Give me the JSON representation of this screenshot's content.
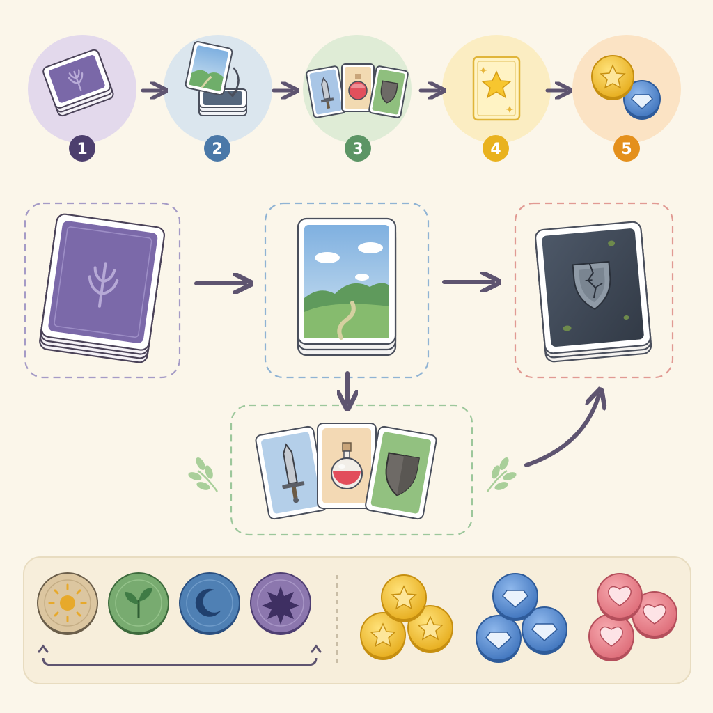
{
  "colors": {
    "background": "#fbf6ea",
    "arrow": "#5e5470",
    "purple": "#6f5e9e",
    "blue": "#4f7fb0",
    "green": "#5f9a67",
    "yellow": "#ecb827",
    "orange": "#e6911f",
    "red_dash": "#e19a93",
    "panel": "#f7eedb"
  },
  "steps": [
    {
      "number": "1",
      "icon": "card-deck-icon",
      "color": "#4d3f6e",
      "bg": "#e3d9ec"
    },
    {
      "number": "2",
      "icon": "draw-card-icon",
      "color": "#4a78a8",
      "bg": "#dbe6ee"
    },
    {
      "number": "3",
      "icon": "card-hand-icon",
      "color": "#5c9565",
      "bg": "#dfecd6"
    },
    {
      "number": "4",
      "icon": "star-card-icon",
      "color": "#e9b21f",
      "bg": "#fbedc2"
    },
    {
      "number": "5",
      "icon": "reward-tokens-icon",
      "color": "#e4901c",
      "bg": "#fbe3c4"
    }
  ],
  "flow": {
    "deck": {
      "icon": "leaf-card-deck-icon",
      "border_color": "#a59bc6"
    },
    "drawn_card": {
      "icon": "landscape-card-icon",
      "border_color": "#8fb3d4"
    },
    "hand": {
      "icons": [
        "sword-card-icon",
        "potion-card-icon",
        "shield-card-icon"
      ],
      "border_color": "#9cc79b"
    },
    "discard": {
      "icon": "broken-shield-deck-icon",
      "border_color": "#e19a93"
    }
  },
  "tokens": {
    "element_tokens": [
      {
        "icon": "sun-token-icon",
        "color": "#d9c39b"
      },
      {
        "icon": "sprout-token-icon",
        "color": "#76a96f"
      },
      {
        "icon": "moon-token-icon",
        "color": "#4f7fb2"
      },
      {
        "icon": "star-burst-token-icon",
        "color": "#8b75ad"
      }
    ],
    "coin_piles": [
      {
        "icon": "star-coin-icon",
        "color": "#f1c43a"
      },
      {
        "icon": "diamond-coin-icon",
        "color": "#5c8fcc"
      },
      {
        "icon": "heart-coin-icon",
        "color": "#e57e87"
      }
    ]
  }
}
